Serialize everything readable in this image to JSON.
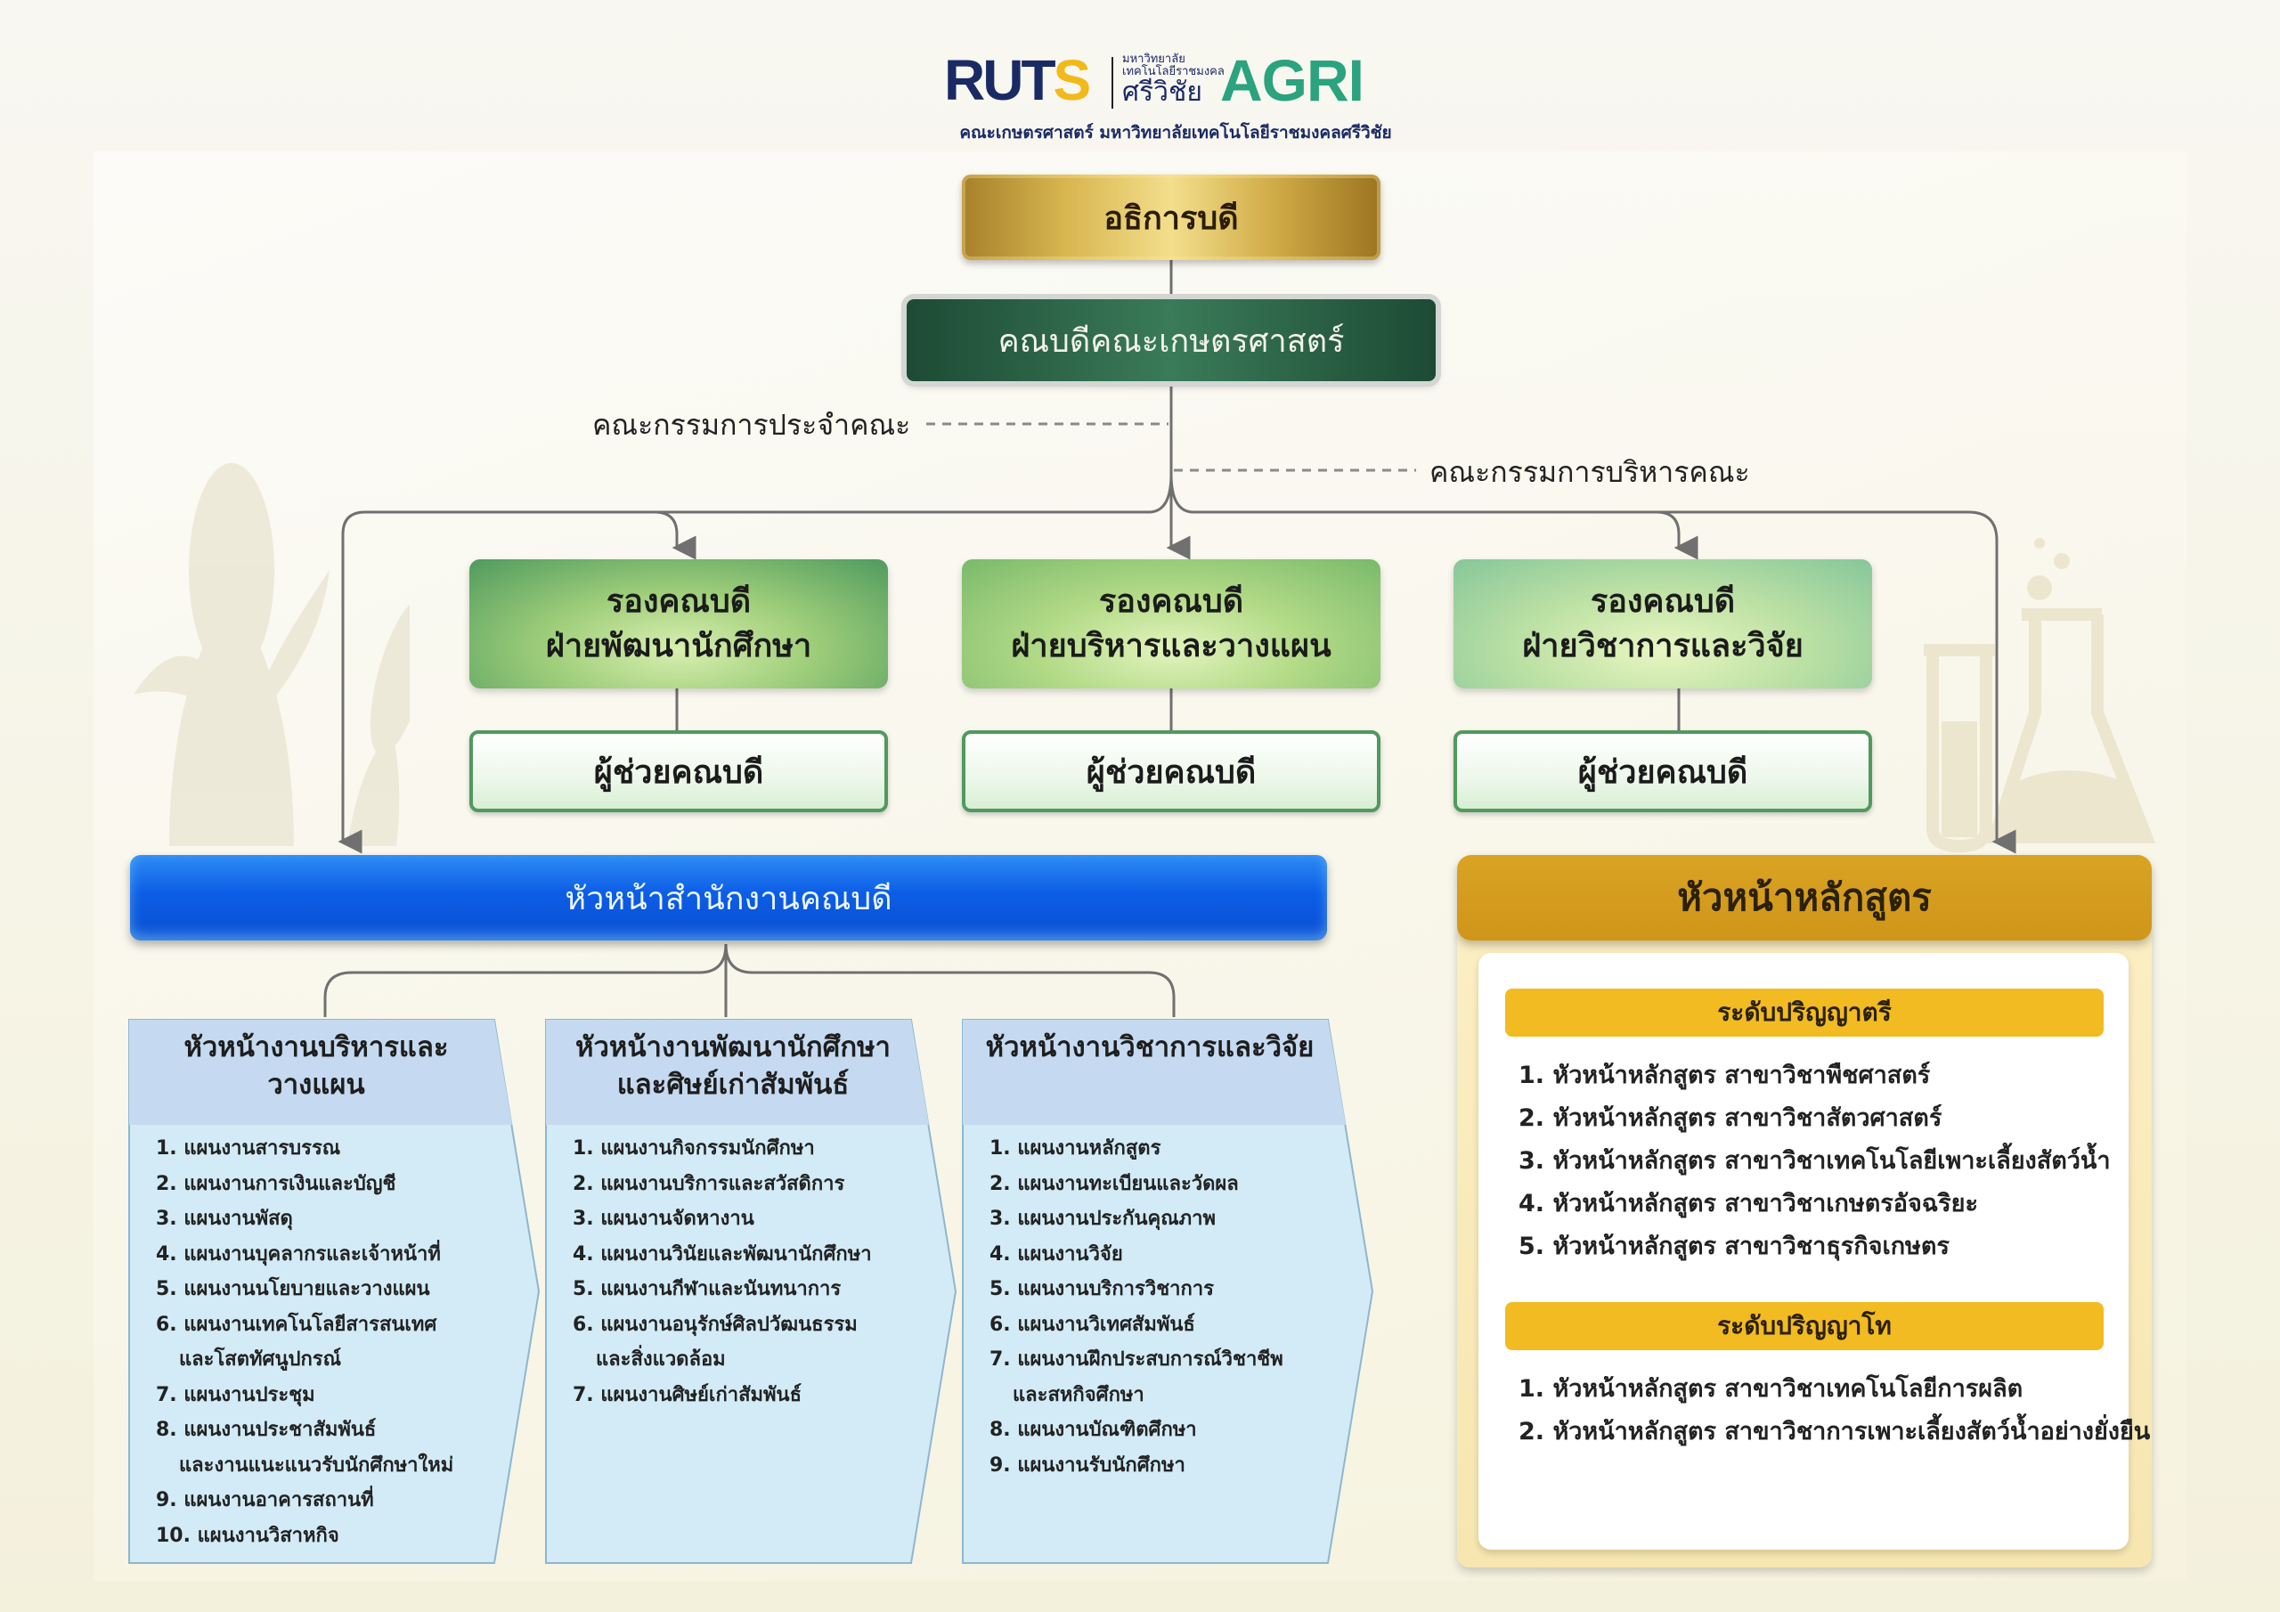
{
  "logo": {
    "ruts_text": "RUT",
    "ruts_s": "S",
    "uni_line1": "มหาวิทยาลัย",
    "uni_line2": "เทคโนโลยีราชมงคล",
    "uni_line3": "ศรีวิชัย",
    "agri_text": "AGRI",
    "subtitle": "คณะเกษตรศาสตร์ มหาวิทยาลัยเทคโนโลยีราชมงคลศรีวิชัย"
  },
  "chart": {
    "president": "อธิการบดี",
    "dean": "คณบดีคณะเกษตรศาสตร์",
    "faculty_committee": "คณะกรรมการประจำคณะ",
    "executive_committee": "คณะกรรมการบริหารคณะ",
    "vice_deans": [
      {
        "line1": "รองคณบดี",
        "line2": "ฝ่ายพัฒนานักศึกษา",
        "assistant": "ผู้ช่วยคณบดี"
      },
      {
        "line1": "รองคณบดี",
        "line2": "ฝ่ายบริหารและวางแผน",
        "assistant": "ผู้ช่วยคณบดี"
      },
      {
        "line1": "รองคณบดี",
        "line2": "ฝ่ายวิชาการและวิจัย",
        "assistant": "ผู้ช่วยคณบดี"
      }
    ],
    "office_head": "หัวหน้าสำนักงานคณบดี",
    "units": [
      {
        "title": "หัวหน้างานบริหารและวางแผน",
        "items": [
          {
            "num": "1.",
            "text": "แผนงานสารบรรณ"
          },
          {
            "num": "2.",
            "text": "แผนงานการเงินและบัญชี"
          },
          {
            "num": "3.",
            "text": "แผนงานพัสดุ"
          },
          {
            "num": "4.",
            "text": "แผนงานบุคลากรและเจ้าหน้าที่"
          },
          {
            "num": "5.",
            "text": "แผนงานนโยบายและวางแผน"
          },
          {
            "num": "6.",
            "text": "แผนงานเทคโนโลยีสารสนเทศ",
            "cont": "และโสตทัศนูปกรณ์"
          },
          {
            "num": "7.",
            "text": "แผนงานประชุม"
          },
          {
            "num": "8.",
            "text": "แผนงานประชาสัมพันธ์",
            "cont": "และงานแนะแนวรับนักศึกษาใหม่"
          },
          {
            "num": "9.",
            "text": "แผนงานอาคารสถานที่"
          },
          {
            "num": "10.",
            "text": "แผนงานวิสาหกิจ"
          }
        ]
      },
      {
        "title": "หัวหน้างานพัฒนานักศึกษา และศิษย์เก่าสัมพันธ์",
        "items": [
          {
            "num": "1.",
            "text": "แผนงานกิจกรรมนักศึกษา"
          },
          {
            "num": "2.",
            "text": "แผนงานบริการและสวัสดิการ"
          },
          {
            "num": "3.",
            "text": "แผนงานจัดหางาน"
          },
          {
            "num": "4.",
            "text": "แผนงานวินัยและพัฒนานักศึกษา"
          },
          {
            "num": "5.",
            "text": "แผนงานกีฬาและนันทนาการ"
          },
          {
            "num": "6.",
            "text": "แผนงานอนุรักษ์ศิลปวัฒนธรรม",
            "cont": "และสิ่งแวดล้อม"
          },
          {
            "num": "7.",
            "text": "แผนงานศิษย์เก่าสัมพันธ์"
          }
        ]
      },
      {
        "title": "หัวหน้างานวิชาการและวิจัย",
        "items": [
          {
            "num": "1.",
            "text": "แผนงานหลักสูตร"
          },
          {
            "num": "2.",
            "text": "แผนงานทะเบียนและวัดผล"
          },
          {
            "num": "3.",
            "text": "แผนงานประกันคุณภาพ"
          },
          {
            "num": "4.",
            "text": "แผนงานวิจัย"
          },
          {
            "num": "5.",
            "text": "แผนงานบริการวิชาการ"
          },
          {
            "num": "6.",
            "text": "แผนงานวิเทศสัมพันธ์"
          },
          {
            "num": "7.",
            "text": "แผนงานฝึกประสบการณ์วิชาชีพ",
            "cont": "และสหกิจศึกษา"
          },
          {
            "num": "8.",
            "text": "แผนงานบัณฑิตศึกษา"
          },
          {
            "num": "9.",
            "text": "แผนงานรับนักศึกษา"
          }
        ]
      }
    ],
    "curriculum": {
      "title": "หัวหน้าหลักสูตร",
      "bachelor": {
        "label": "ระดับปริญญาตรี",
        "items": [
          "1. หัวหน้าหลักสูตร สาขาวิชาพืชศาสตร์",
          "2. หัวหน้าหลักสูตร สาขาวิชาสัตวศาสตร์",
          "3. หัวหน้าหลักสูตร สาขาวิชาเทคโนโลยีเพาะเลี้ยงสัตว์น้ำ",
          "4. หัวหน้าหลักสูตร สาขาวิชาเกษตรอัจฉริยะ",
          "5. หัวหน้าหลักสูตร สาขาวิชาธุรกิจเกษตร"
        ]
      },
      "master": {
        "label": "ระดับปริญญาโท",
        "items": [
          "1. หัวหน้าหลักสูตร สาขาวิชาเทคโนโลยีการผลิต",
          "2. หัวหน้าหลักสูตร สาขาวิชาการเพาะเลี้ยงสัตว์น้ำอย่างยั่งยืน"
        ]
      }
    }
  },
  "colors": {
    "connector": "#707070",
    "unit_fill": "#d2ebf7",
    "unit_header": "#c5daf0",
    "gold": "#d9a223",
    "level_bar": "#f2bb22",
    "office_blue": "#0c5de6",
    "dean_green": "#2e6a4c"
  }
}
